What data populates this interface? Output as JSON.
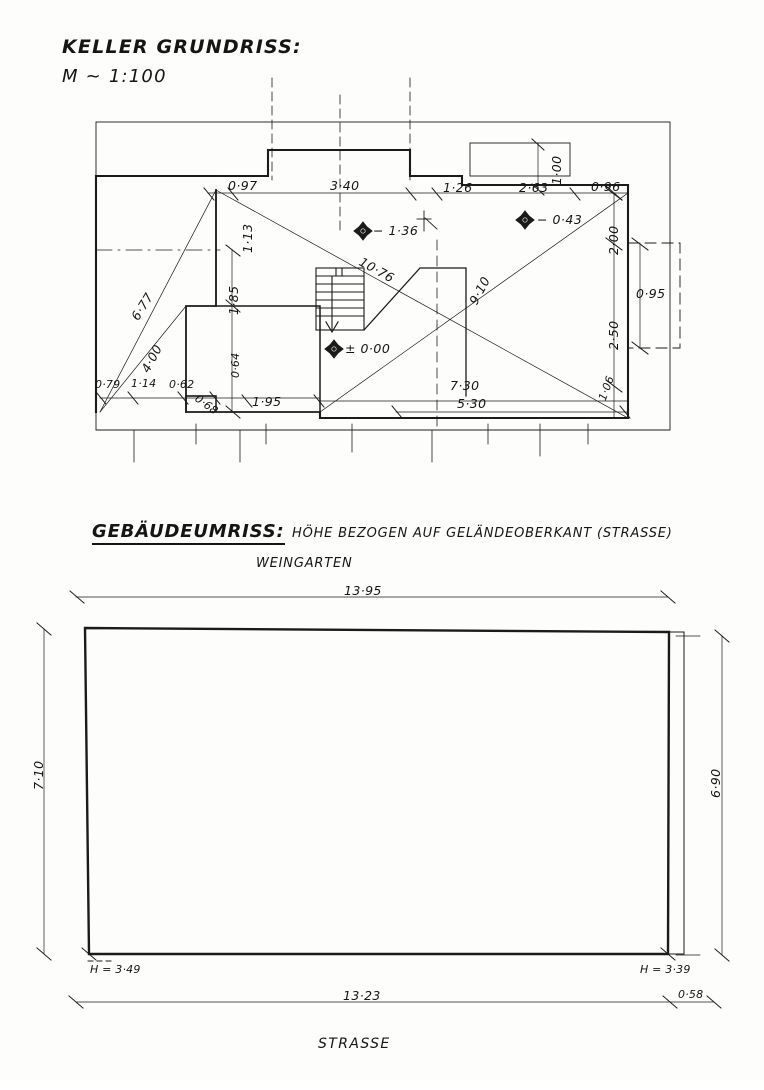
{
  "document": {
    "kind": "architectural-hand-drawing",
    "sheet_bg": "#fdfdfc",
    "ink_color": "#151515"
  },
  "plan": {
    "title": "KELLER GRUNDRISS:",
    "scale": "M ~ 1:100",
    "top_dimensions": [
      {
        "id": "d-0-97",
        "label": "0·97"
      },
      {
        "id": "d-3-40",
        "label": "3·40"
      },
      {
        "id": "d-1-26",
        "label": "1·26"
      },
      {
        "id": "d-2-63",
        "label": "2·63"
      },
      {
        "id": "d-0-96",
        "label": "0·96"
      }
    ],
    "right_dimensions": [
      {
        "id": "d-1-00",
        "label": "1·00"
      },
      {
        "id": "d-2-00",
        "label": "2·00"
      },
      {
        "id": "d-0-95",
        "label": "0·95"
      },
      {
        "id": "d-2-50",
        "label": "2·50"
      },
      {
        "id": "d-1-06",
        "label": "1·06"
      }
    ],
    "left_dimensions": [
      {
        "id": "d-1-13",
        "label": "1·13"
      },
      {
        "id": "d-1-85",
        "label": "1·85"
      },
      {
        "id": "d-0-64",
        "label": "0·64"
      }
    ],
    "bottom_dimensions": [
      {
        "id": "d-0-79",
        "label": "0·79"
      },
      {
        "id": "d-1-14",
        "label": "1·14"
      },
      {
        "id": "d-0-62",
        "label": "0·62"
      },
      {
        "id": "d-0-68",
        "label": "0·68"
      },
      {
        "id": "d-1-95",
        "label": "1·95"
      },
      {
        "id": "d-7-30",
        "label": "7·30"
      },
      {
        "id": "d-5-30",
        "label": "5·30"
      }
    ],
    "diagonal_dimensions": [
      {
        "id": "d-6-77",
        "label": "6·77"
      },
      {
        "id": "d-4-00",
        "label": "4·00"
      },
      {
        "id": "d-10-76",
        "label": "10·76"
      },
      {
        "id": "d-9-10",
        "label": "9·10"
      }
    ],
    "level_markers": [
      {
        "id": "lvl-1-36",
        "label": "− 1·36"
      },
      {
        "id": "lvl-0-43",
        "label": "− 0·43"
      },
      {
        "id": "lvl-0-00",
        "label": "± 0·00"
      }
    ]
  },
  "outline": {
    "heading": "GEBÄUDEUMRISS:",
    "note_line1": "HÖHE BEZOGEN AUF GELÄNDEOBERKANT (STRASSE)",
    "note_line2": "WEINGARTEN",
    "dim_top": "13·95",
    "dim_left": "7·10",
    "dim_right": "6·90",
    "dim_bottom": "13·23",
    "dim_bottom_right": "0·58",
    "height_left": "H = 3·49",
    "height_right": "H = 3·39",
    "street_label": "STRASSE"
  }
}
